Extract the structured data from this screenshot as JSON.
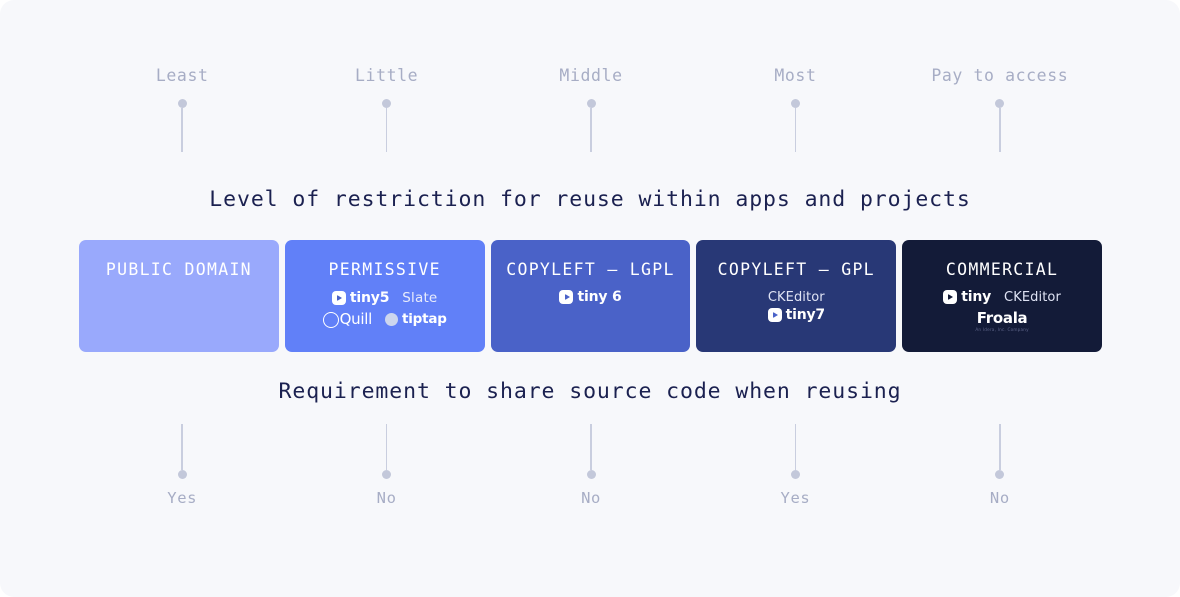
{
  "background_color": "#f7f8fb",
  "top_scale": {
    "labels": [
      "Least",
      "Little",
      "Middle",
      "Most",
      "Pay to access"
    ]
  },
  "headings": {
    "top": "Level of restriction for reuse within apps and projects",
    "bottom": "Requirement to share source code when reusing"
  },
  "bottom_scale": {
    "labels": [
      "Yes",
      "No",
      "No",
      "Yes",
      "No"
    ]
  },
  "spectrum": {
    "segments": [
      {
        "title": "PUBLIC DOMAIN",
        "color": "#99a9fc",
        "rows": []
      },
      {
        "title": "PERMISSIVE",
        "color": "#6180f8",
        "rows": [
          [
            "tiny5",
            "Slate"
          ],
          [
            "Quill",
            "tiptap"
          ]
        ]
      },
      {
        "title": "COPYLEFT — LGPL",
        "color": "#4a62c8",
        "rows": [
          [
            "tiny 6"
          ]
        ]
      },
      {
        "title": "COPYLEFT — GPL",
        "color": "#283876",
        "rows": [
          [
            "CKEditor"
          ],
          [
            "tiny7"
          ]
        ]
      },
      {
        "title": "COMMERCIAL",
        "color": "#131b38",
        "rows": [
          [
            "tiny",
            "CKEditor"
          ],
          [
            "Froala"
          ]
        ]
      }
    ]
  },
  "logos": {
    "tiny5": {
      "name": "tiny5",
      "icon": "tiny-mark-icon"
    },
    "tiny6": {
      "name": "tiny 6",
      "icon": "tiny-mark-icon"
    },
    "tiny7": {
      "name": "tiny7",
      "icon": "tiny-mark-icon"
    },
    "tiny": {
      "name": "tiny",
      "icon": "tiny-mark-icon"
    },
    "slate": {
      "name": "Slate"
    },
    "quill": {
      "name": "Quill",
      "icon": "quill-circle-icon"
    },
    "tiptap": {
      "name": "tiptap",
      "icon": "tiptap-circle-icon"
    },
    "ckeditor": {
      "name": "CKEditor"
    },
    "froala": {
      "name": "Froala",
      "tagline": "An Idera, Inc. Company"
    }
  }
}
